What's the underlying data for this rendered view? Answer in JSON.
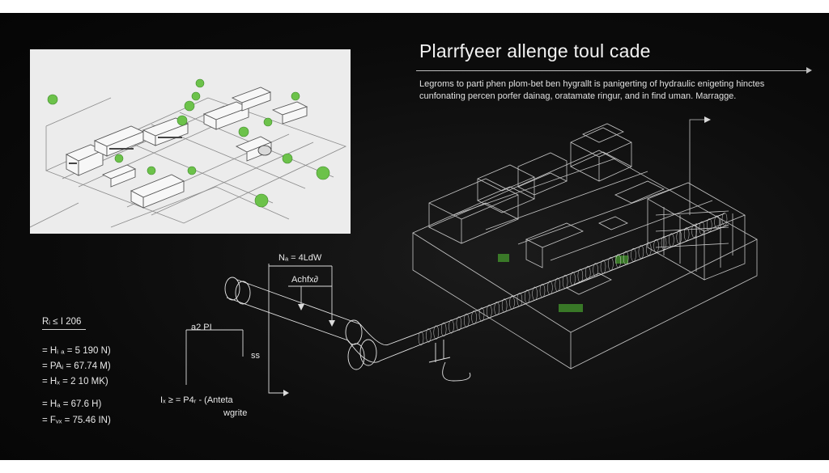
{
  "heading": {
    "title": "Plarrfyeer allenge toul cade",
    "description_lines": [
      "Legroms to parti phen plom-bet ben hygrallt is panigerting of hydraulic enigeting hinctes",
      "cunfonating percen porfer dainag, oratamate ringur, and in find uman. Marragge."
    ]
  },
  "formulas": {
    "header": "Rᵢ ≤ I 206",
    "lines": [
      "= Hᵢ ₐ = 5 190 N)",
      "= PAᵢ = 67.74 M)",
      "= Hₓ = 2 10 MK)",
      "= Hₐ = 67.6 H)",
      "= Fᵥₓ = 75.46 IN)"
    ]
  },
  "annotations": {
    "top_label": "Nₐ = 4LdW",
    "achfxd": "Achfx∂",
    "pressure_label": "a2 PI",
    "ss_label": "ss",
    "bottom_formula": "Iₓ ≥ = P4ᵣ - (Anteta",
    "wgrite": "wgrite"
  },
  "colors": {
    "background": "#0b0b0b",
    "frame": "#ffffff",
    "text": "#f2f2f2",
    "line": "#d8d8d8",
    "plan_bg": "#ececec",
    "tree_green": "#6cc24a"
  }
}
